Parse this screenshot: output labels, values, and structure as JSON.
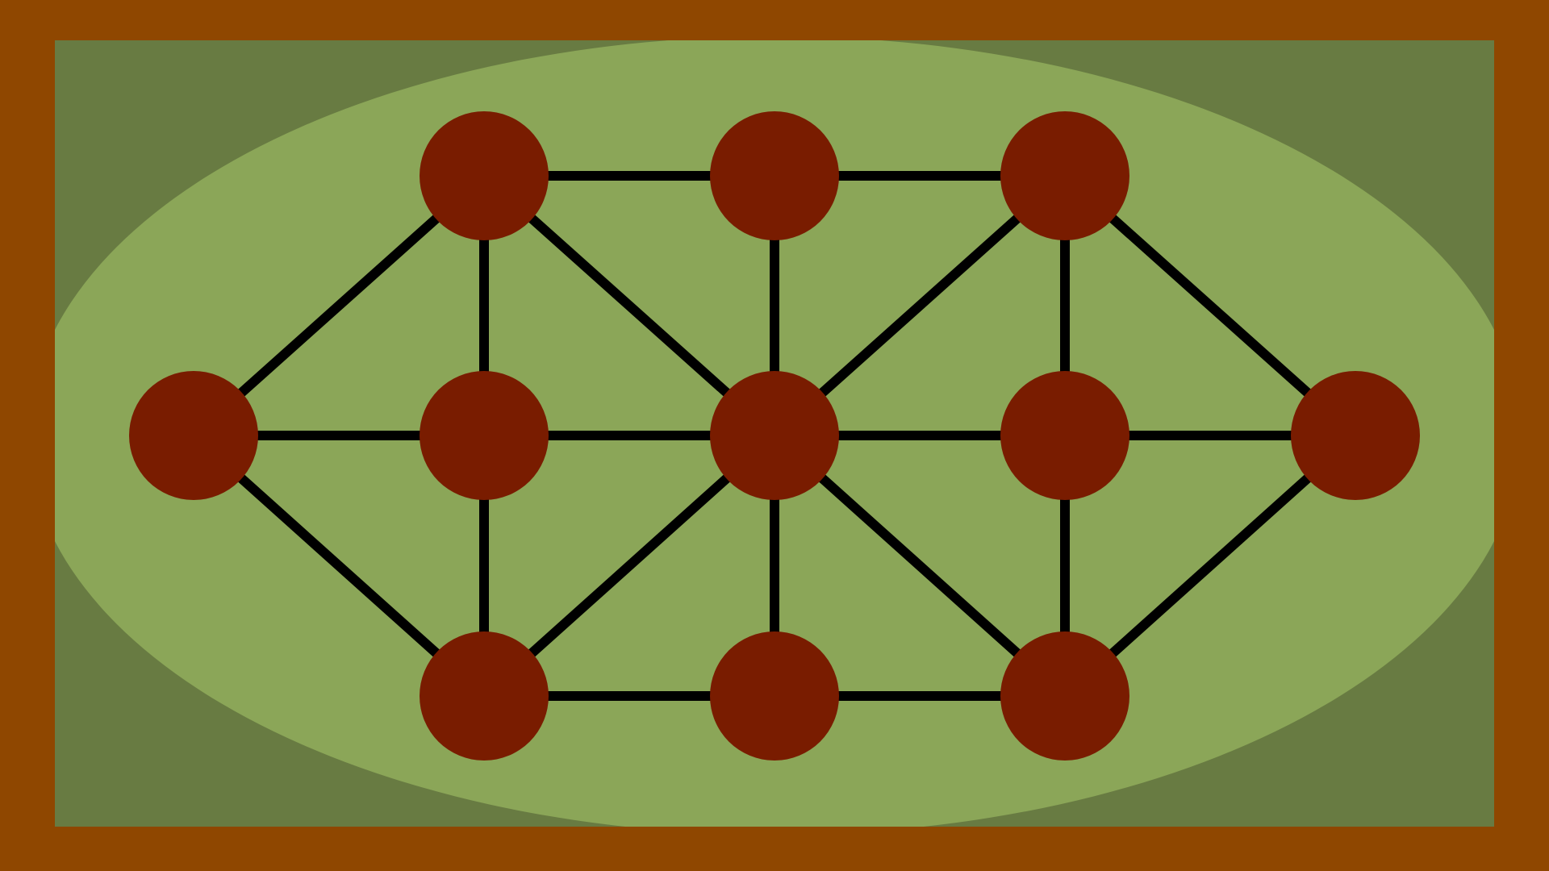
{
  "game": {
    "board_type": "node-graph game board",
    "colors": {
      "frame": "#8f4700",
      "field_outer": "#687b42",
      "field_inner": "#8ba658",
      "edge": "#000000",
      "node": "#791c00"
    },
    "nodes": [
      {
        "id": "top-left"
      },
      {
        "id": "top-center"
      },
      {
        "id": "top-right"
      },
      {
        "id": "middle-far-left"
      },
      {
        "id": "middle-left"
      },
      {
        "id": "center"
      },
      {
        "id": "middle-right"
      },
      {
        "id": "middle-far-right"
      },
      {
        "id": "bottom-left"
      },
      {
        "id": "bottom-center"
      },
      {
        "id": "bottom-right"
      }
    ],
    "edges": [
      [
        "top-left",
        "top-center"
      ],
      [
        "top-center",
        "top-right"
      ],
      [
        "top-left",
        "middle-far-left"
      ],
      [
        "top-left",
        "middle-left"
      ],
      [
        "top-left",
        "center"
      ],
      [
        "top-center",
        "center"
      ],
      [
        "top-right",
        "center"
      ],
      [
        "top-right",
        "middle-right"
      ],
      [
        "top-right",
        "middle-far-right"
      ],
      [
        "middle-far-left",
        "middle-left"
      ],
      [
        "middle-left",
        "center"
      ],
      [
        "center",
        "middle-right"
      ],
      [
        "middle-right",
        "middle-far-right"
      ],
      [
        "middle-far-left",
        "bottom-left"
      ],
      [
        "middle-left",
        "bottom-left"
      ],
      [
        "center",
        "bottom-left"
      ],
      [
        "center",
        "bottom-center"
      ],
      [
        "center",
        "bottom-right"
      ],
      [
        "middle-right",
        "bottom-right"
      ],
      [
        "middle-far-right",
        "bottom-right"
      ],
      [
        "bottom-left",
        "bottom-center"
      ],
      [
        "bottom-center",
        "bottom-right"
      ]
    ]
  }
}
